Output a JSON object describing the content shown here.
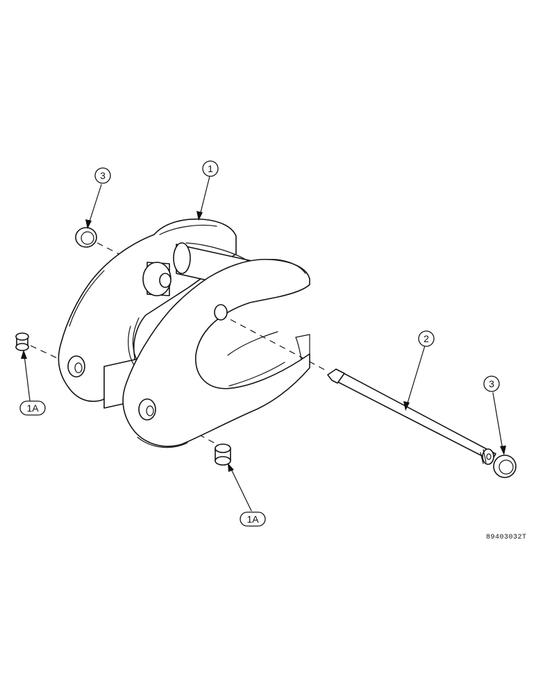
{
  "diagram": {
    "callouts": {
      "part_1": "1",
      "part_2": "2",
      "part_3_left": "3",
      "part_3_right": "3",
      "part_1a_left": "1A",
      "part_1a_bottom": "1A"
    },
    "figure_code": "89403032T"
  }
}
